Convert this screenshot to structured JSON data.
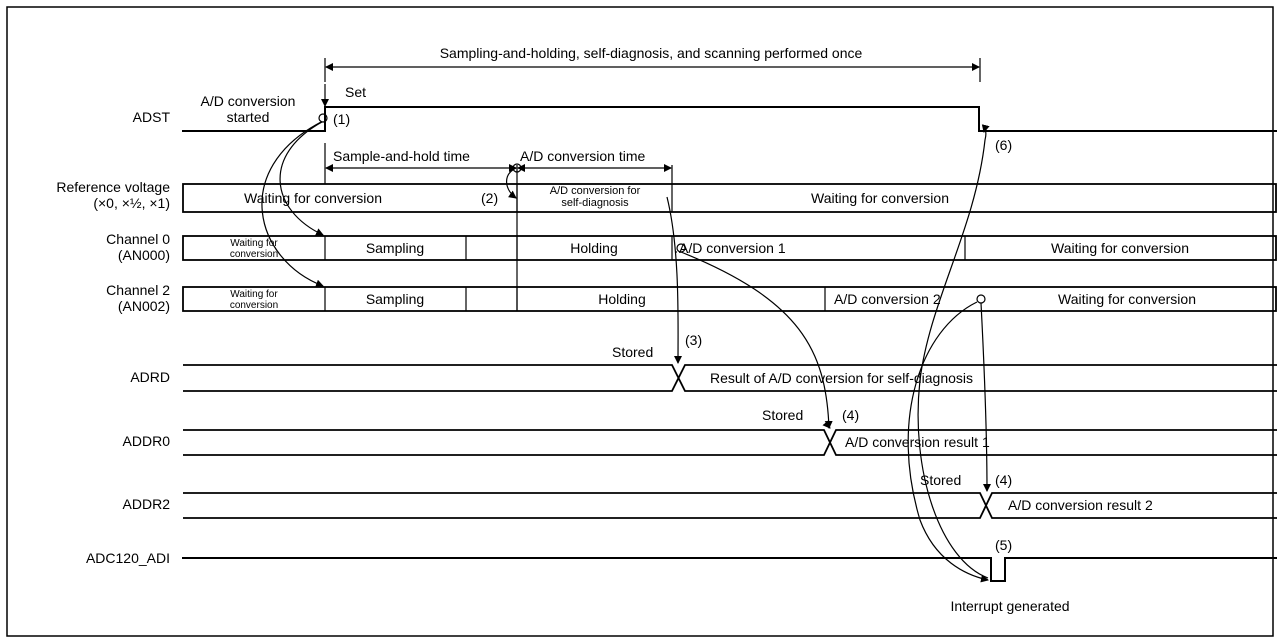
{
  "signals": {
    "adst": "ADST",
    "ref1": "Reference voltage",
    "ref2": "(×0, ×½, ×1)",
    "ch0_1": "Channel 0",
    "ch0_2": "(AN000)",
    "ch2_1": "Channel 2",
    "ch2_2": "(AN002)",
    "adrd": "ADRD",
    "addr0": "ADDR0",
    "addr2": "ADDR2",
    "adi": "ADC120_ADI"
  },
  "annotations": {
    "scan_span": "Sampling-and-holding, self-diagnosis, and scanning performed once",
    "conv_started_1": "A/D conversion",
    "conv_started_2": "started",
    "set": "Set",
    "sample_hold_time": "Sample-and-hold time",
    "conv_time": "A/D conversion time",
    "stored": "Stored",
    "interrupt": "Interrupt generated"
  },
  "markers": {
    "m1": "(1)",
    "m2": "(2)",
    "m3": "(3)",
    "m4": "(4)",
    "m5": "(5)",
    "m6": "(6)"
  },
  "states": {
    "wait_conv": "Waiting for conversion",
    "wait_for": "Waiting for",
    "conversion": "conversion",
    "self_diag_1": "A/D conversion for",
    "self_diag_2": "self-diagnosis",
    "sampling": "Sampling",
    "holding": "Holding",
    "conv1": "A/D conversion 1",
    "conv2": "A/D conversion 2",
    "adrd_result": "Result of A/D conversion for self-diagnosis",
    "addr0_result": "A/D conversion result 1",
    "addr2_result": "A/D conversion result 2"
  }
}
